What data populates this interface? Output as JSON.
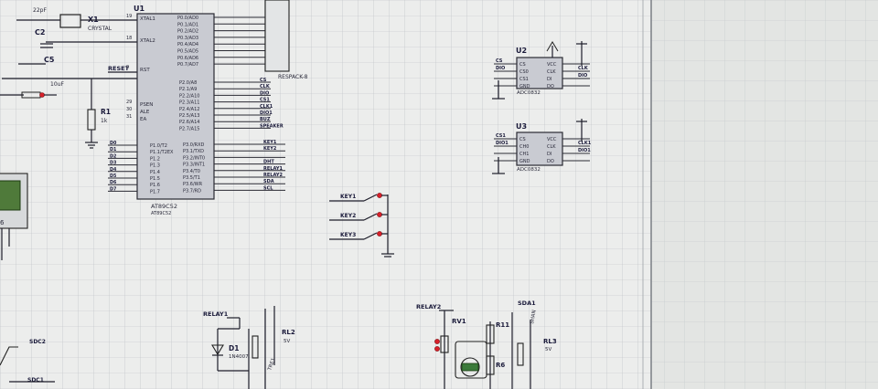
{
  "window": {
    "canvas_bg": "#ecedec",
    "outer_bg": "#e3e5e3",
    "grid_color": "#b9bdc2",
    "major_grid_color": "#a8adb3",
    "chip_fill": "#c9cbd2",
    "accent_red": "#d8202a"
  },
  "u1": {
    "ref": "U1",
    "left_pins": [
      "XTAL1",
      "XTAL2",
      "RST",
      "PSEN",
      "ALE",
      "EA"
    ],
    "left_port_pins": [
      "P1.0/T2",
      "P1.1/T2EX",
      "P1.2",
      "P1.3",
      "P1.4",
      "P1.5",
      "P1.6",
      "P1.7"
    ],
    "left_port_nets": [
      "D0",
      "D1",
      "D2",
      "D3",
      "D4",
      "D5",
      "D6",
      "D7"
    ],
    "right_pins_p0": [
      "P0.0/AD0",
      "P0.1/AD1",
      "P0.2/AD2",
      "P0.3/AD3",
      "P0.4/AD4",
      "P0.5/AD5",
      "P0.6/AD6",
      "P0.7/AD7"
    ],
    "right_pins_p2": [
      "P2.0/A8",
      "P2.1/A9",
      "P2.2/A10",
      "P2.3/A11",
      "P2.4/A12",
      "P2.5/A13",
      "P2.6/A14",
      "P2.7/A15"
    ],
    "right_pins_p3": [
      "P3.0/RXD",
      "P3.1/TXD",
      "P3.2/INT0",
      "P3.3/INT1",
      "P3.4/T0",
      "P3.5/T1",
      "P3.6/WR",
      "P3.7/RD"
    ],
    "p2_nets": [
      "CS",
      "CLK",
      "DIO",
      "CS1",
      "CLK1",
      "DIO1",
      "BUZ",
      "SPEAKER"
    ],
    "p3_nets": [
      "KEY1",
      "KEY2",
      "",
      "DHT",
      "RELAY1",
      "RELAY2",
      "SDA",
      "SCL"
    ],
    "pin_numbers": [
      "19",
      "18",
      "9",
      "29",
      "30",
      "31"
    ],
    "part": "AT89C52",
    "bottom_label": "AT89C52"
  },
  "osc": {
    "x1": "X1",
    "x1_value": "CRYSTAL",
    "c2": "C2",
    "c3_value": "22pF",
    "c4": "C5",
    "c4_value": "10uF",
    "reset_net": "RESET",
    "r1": "R1",
    "r1_value": "1k",
    "rp_label": "RESPACK-8"
  },
  "u2": {
    "ref": "U2",
    "left": [
      "CS",
      "CS0",
      "CS1",
      "GND"
    ],
    "right": [
      "VCC",
      "CLK",
      "DI",
      "DO"
    ],
    "nets_left": [
      "CS",
      "DIO"
    ],
    "nets_right": [
      "CLK",
      "DIO"
    ],
    "part": "ADC0832"
  },
  "u3": {
    "ref": "U3",
    "left": [
      "CS",
      "CH0",
      "CH1",
      "GND"
    ],
    "right": [
      "VCC",
      "CLK",
      "DI",
      "DO"
    ],
    "nets_left": [
      "CS1",
      "DIO1"
    ],
    "nets_right": [
      "CLK1",
      "DIO1"
    ],
    "part": "ADC0832"
  },
  "keys": {
    "labels": [
      "KEY1",
      "KEY2",
      "KEY3"
    ]
  },
  "relay1": {
    "net": "RELAY1",
    "d1": "D1",
    "d1_value": "1N4007",
    "rl": "RL2",
    "rl_value": "5V",
    "rl_alt": "TRE1"
  },
  "relay2": {
    "net": "RELAY2",
    "rv": "RV1",
    "r11": "R11",
    "r6": "R6",
    "rl": "RL3",
    "rl_value": "5V",
    "sig": "SDA1",
    "sig2": "SHAN"
  },
  "left_edge": {
    "a": "SDC2",
    "b": "SDC1"
  }
}
